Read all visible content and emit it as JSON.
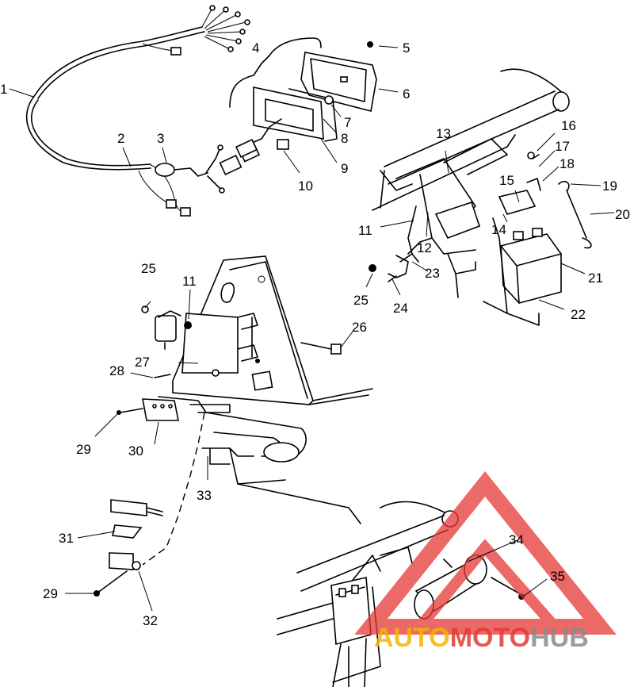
{
  "labels": [
    "1",
    "2",
    "3",
    "4",
    "5",
    "6",
    "7",
    "8",
    "9",
    "10",
    "11",
    "12",
    "13",
    "14",
    "15",
    "16",
    "17",
    "18",
    "19",
    "20",
    "21",
    "22",
    "23",
    "24",
    "25",
    "25",
    "26",
    "27",
    "28",
    "29",
    "30",
    "11",
    "31",
    "29",
    "32",
    "33",
    "34",
    "35"
  ],
  "watermark": {
    "part1": "AUTO",
    "part2": "MOTO",
    "part3": "HUB",
    "color_red": "#e53935",
    "color_orange": "#f4b400",
    "color_gray": "#8a8a8a"
  }
}
